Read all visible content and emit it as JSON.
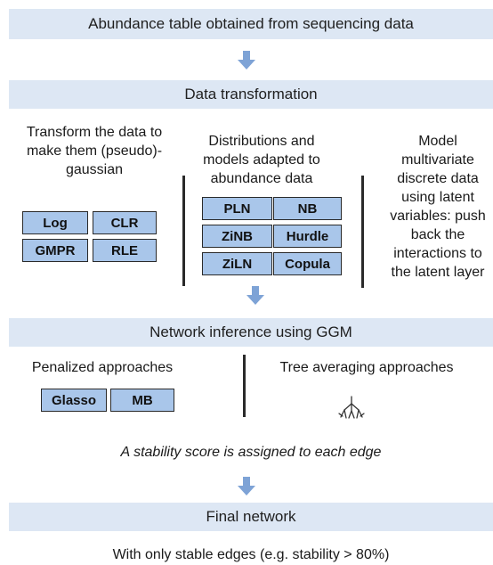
{
  "steps": {
    "s1": "Abundance table obtained from sequencing data",
    "s2": "Data transformation",
    "s3": "Network inference using GGM",
    "s4": "Final network"
  },
  "transform": {
    "left_text": "Transform the data to make them (pseudo)-gaussian",
    "left_boxes": [
      "Log",
      "CLR",
      "GMPR",
      "RLE"
    ],
    "mid_text": "Distributions and models adapted to abundance data",
    "mid_boxes": [
      "PLN",
      "NB",
      "ZiNB",
      "Hurdle",
      "ZiLN",
      "Copula"
    ],
    "right_text": "Model multivariate discrete data using latent variables: push back the interactions to the latent layer"
  },
  "inference": {
    "left_title": "Penalized approaches",
    "left_boxes": [
      "Glasso",
      "MB"
    ],
    "right_title": "Tree averaging approaches",
    "tree_icon": "tree-icon"
  },
  "stability_text": "A stability score is assigned to each edge",
  "final_text": "With only stable edges (e.g. stability > 80%)",
  "colors": {
    "band": "#dde7f4",
    "box": "#a9c6ea",
    "arrow": "#7ea3d6"
  }
}
